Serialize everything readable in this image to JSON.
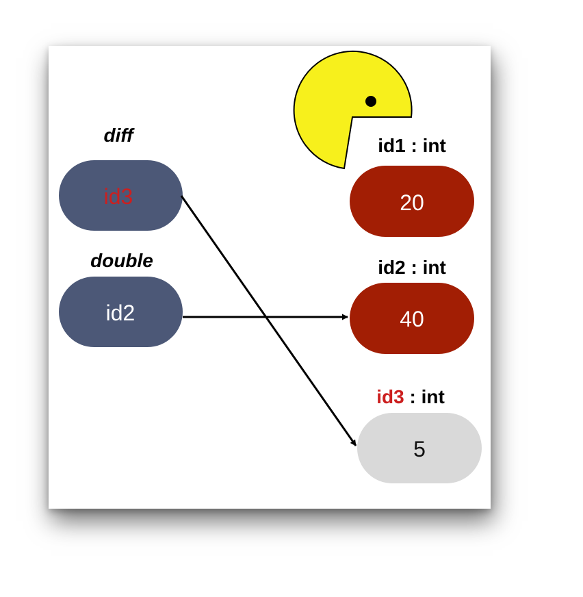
{
  "variables": [
    {
      "name": "diff",
      "value": "id3"
    },
    {
      "name": "double",
      "value": "id2"
    }
  ],
  "objects": [
    {
      "id": "id1",
      "sep": " : ",
      "type": "int",
      "value": "20"
    },
    {
      "id": "id2",
      "sep": " : ",
      "type": "int",
      "value": "40"
    },
    {
      "id": "id3",
      "sep": " : ",
      "type": "int",
      "value": "5"
    }
  ],
  "colors": {
    "variable_pill": "#4c5877",
    "object_pill": "#a21e04",
    "collected_pill": "#d9d9d9",
    "highlight_text": "#cc1f1f",
    "pacman": "#f7f01c"
  },
  "icons": {
    "pacman": "pacman-icon"
  }
}
